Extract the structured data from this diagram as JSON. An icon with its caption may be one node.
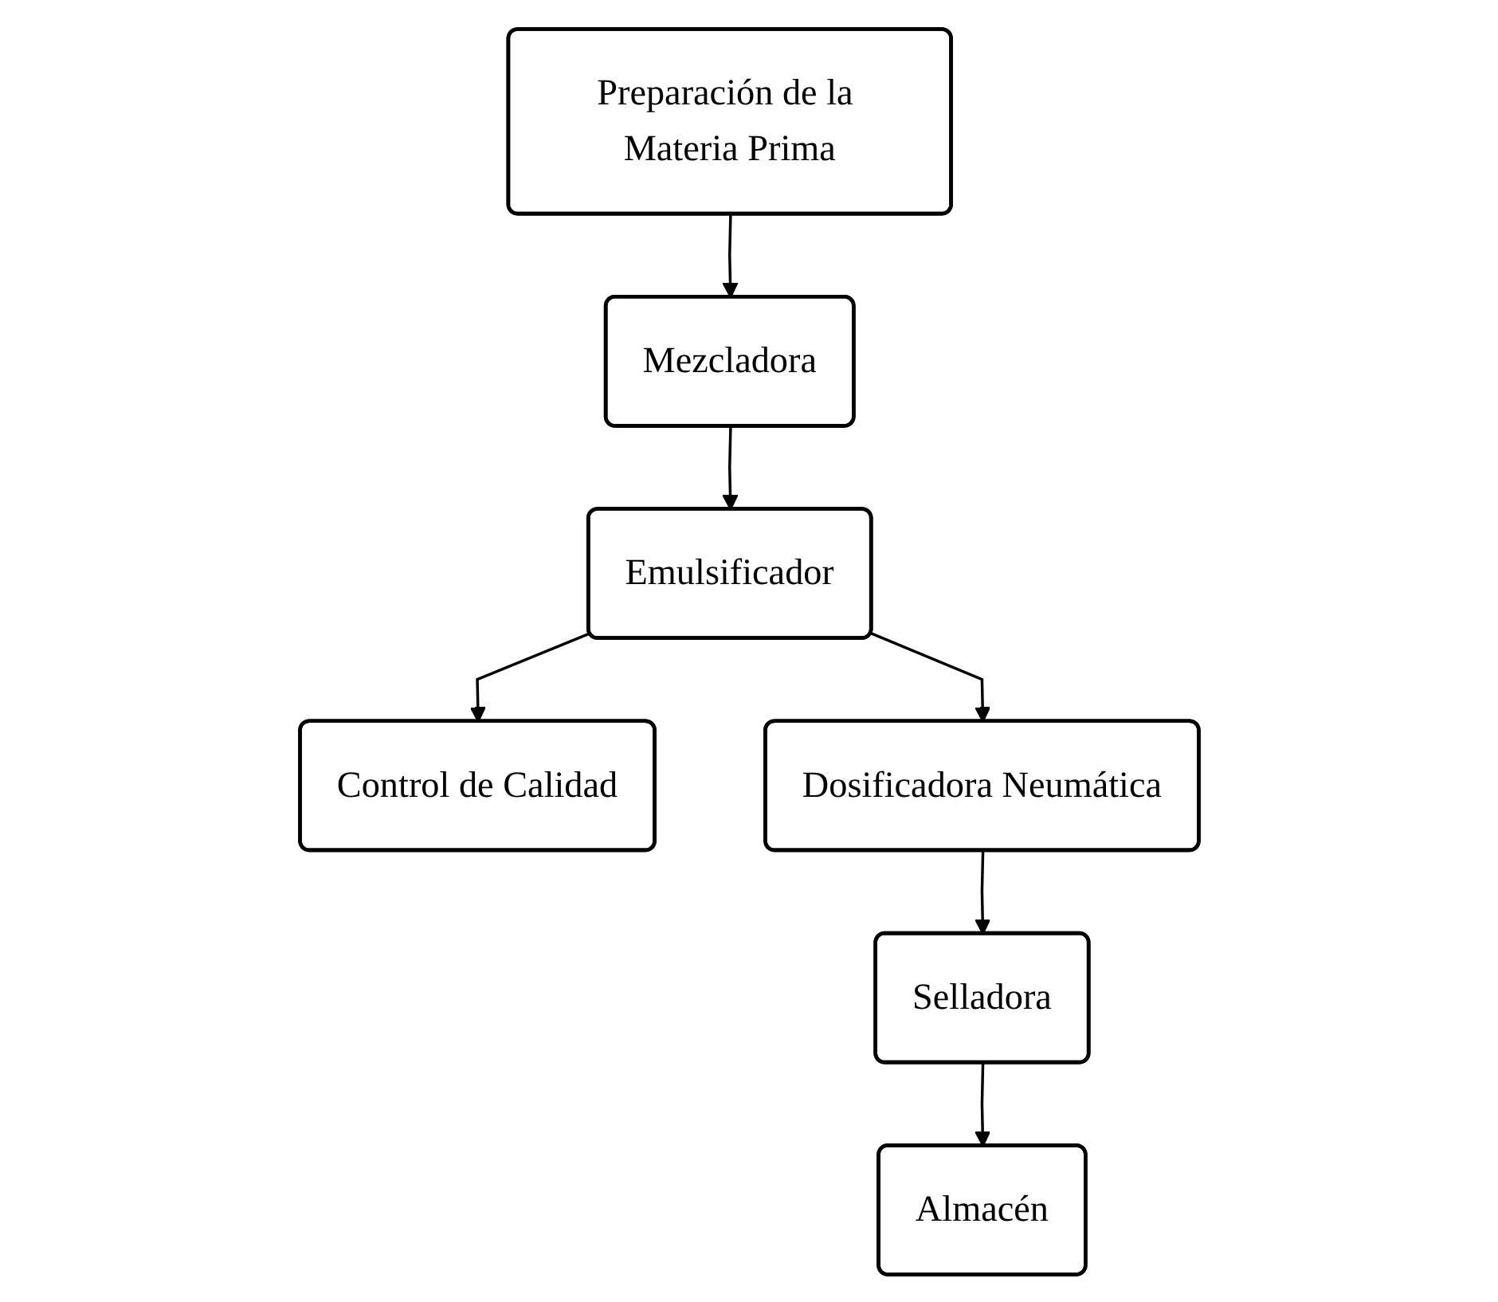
{
  "diagram": {
    "nodes": [
      {
        "text": [
          "Preparación de la Materia Prima"
        ]
      },
      {
        "text": [
          "Mezcladora"
        ]
      },
      {
        "text": [
          "Emulsificador"
        ]
      },
      {
        "text": [
          "Control de Calidad"
        ]
      },
      {
        "text": [
          "Dosificadora Neumática"
        ]
      },
      {
        "text": [
          "Selladora"
        ]
      },
      {
        "text": [
          "Almacén"
        ]
      }
    ],
    "edges": [
      {
        "from": 0,
        "to": 1,
        "arrow": "to"
      },
      {
        "from": 1,
        "to": 2,
        "arrow": "to"
      },
      {
        "from": 2,
        "to": 3,
        "arrow": "to"
      },
      {
        "from": 2,
        "to": 4,
        "arrow": "to"
      },
      {
        "from": 4,
        "to": 5,
        "arrow": "to"
      },
      {
        "from": 5,
        "to": 6,
        "arrow": "to"
      }
    ]
  }
}
